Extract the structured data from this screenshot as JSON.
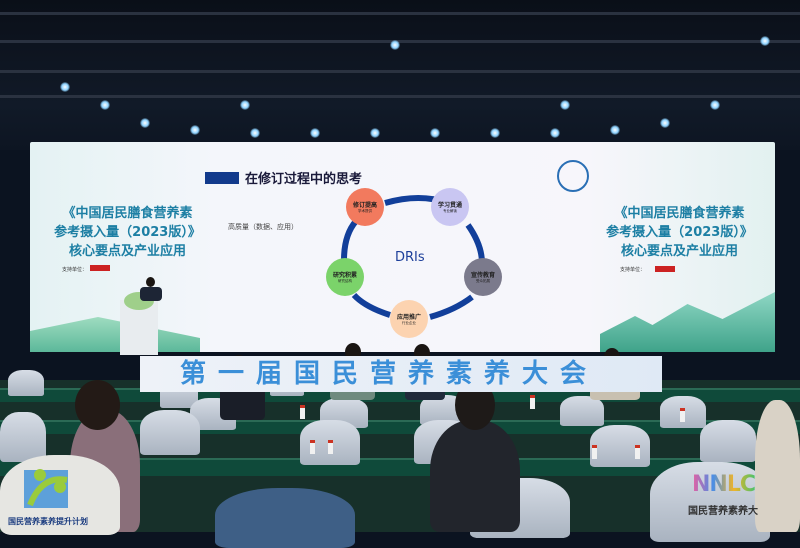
{
  "screen": {
    "left_panel": {
      "title_lines": [
        "《中国居民膳食营养素",
        "参考摄入量（2023版）》",
        "核心要点及产业应用"
      ],
      "support_label": "支持单位："
    },
    "right_panel": {
      "title_lines": [
        "《中国居民膳食营养素",
        "参考摄入量（2023版）》",
        "核心要点及产业应用"
      ],
      "support_label": "支持单位："
    },
    "slide": {
      "title": "在修订过程中的思考",
      "note": "高质量（数据、应用）",
      "center_label": "DRIs",
      "cycle": [
        {
          "label": "修订提高",
          "sub": "学术提供",
          "color": "#f27a5e"
        },
        {
          "label": "学习贯通",
          "sub": "专业解读",
          "color": "#c9c6f2"
        },
        {
          "label": "宣传教育",
          "sub": "受众拓展",
          "color": "#7b7a8c"
        },
        {
          "label": "应用推广",
          "sub": "行业企业",
          "color": "#fcd3b0"
        },
        {
          "label": "研究积累",
          "sub": "研究结构",
          "color": "#7bd36a"
        }
      ]
    }
  },
  "banner": {
    "text": "第一届国民营养素养大会"
  },
  "logos": {
    "left": "国民营养素养提升计划",
    "right_mark": "NNLC",
    "right_text": "国民营养素养大"
  }
}
